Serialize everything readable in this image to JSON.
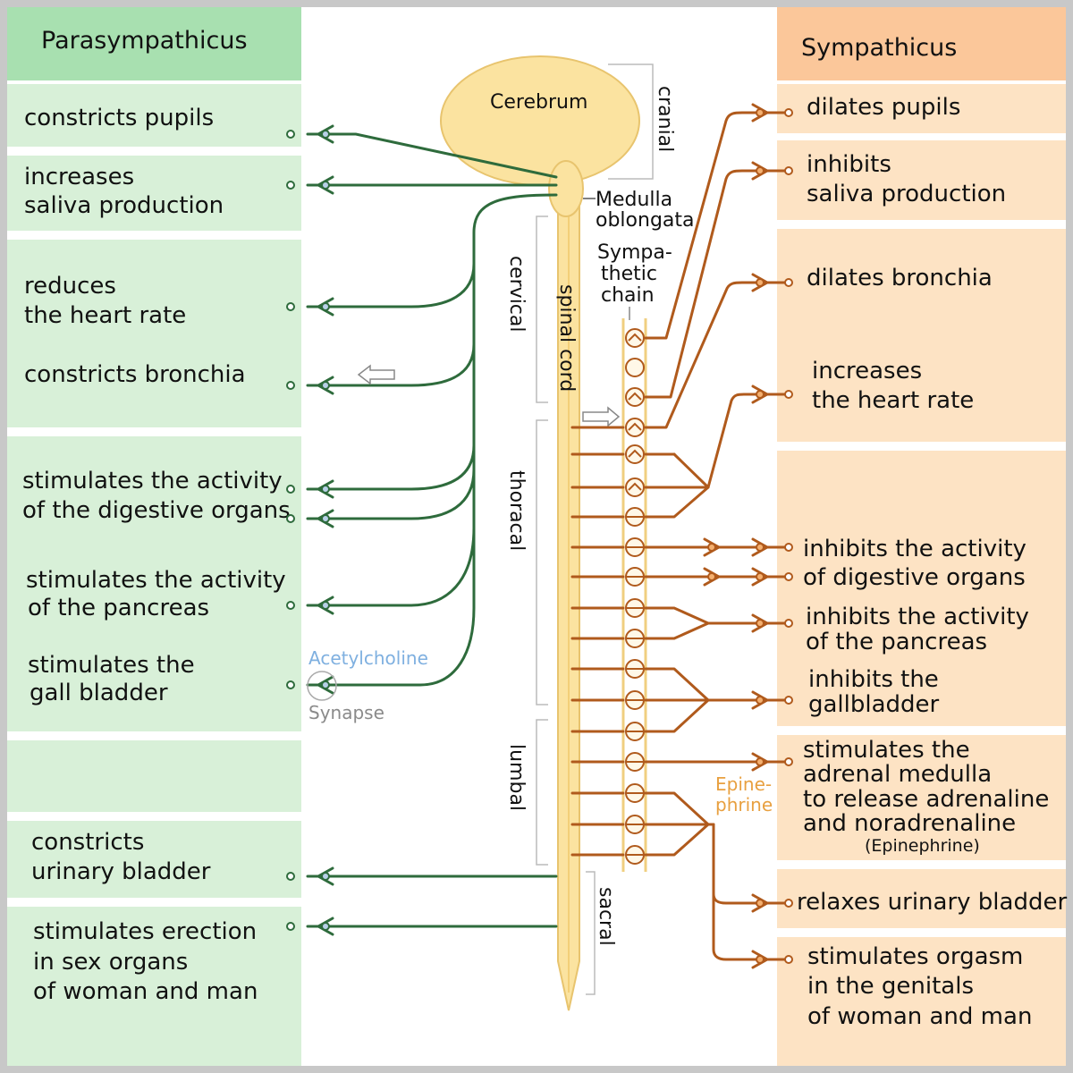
{
  "colors": {
    "para_panel": "#d8f0d8",
    "para_header": "#a8e0b0",
    "symp_panel": "#fde3c4",
    "symp_header": "#fbc79a",
    "para_line": "#2e6b3c",
    "symp_line": "#b05a1c",
    "brain": "#fbe3a0",
    "brain_stroke": "#e8c46e",
    "cord": "#fbe3a0",
    "cord_stroke": "#e8c46e",
    "acetyl_text": "#7fb0e0",
    "synapse_text": "#8a8a8a",
    "epi_text": "#e8a040"
  },
  "para": {
    "title": "Parasympathicus",
    "items": [
      {
        "key": "pupils",
        "lines": [
          "constricts pupils"
        ]
      },
      {
        "key": "saliva",
        "lines": [
          "increases",
          "saliva production"
        ]
      },
      {
        "key": "heart",
        "lines": [
          "reduces",
          "the heart rate"
        ]
      },
      {
        "key": "bronchia",
        "lines": [
          "constricts bronchia"
        ]
      },
      {
        "key": "digestive",
        "lines": [
          "stimulates the activity",
          "of the digestive organs"
        ]
      },
      {
        "key": "pancreas",
        "lines": [
          "stimulates the activity",
          "of the pancreas"
        ]
      },
      {
        "key": "gall",
        "lines": [
          "stimulates the",
          "gall bladder"
        ]
      },
      {
        "key": "urinary",
        "lines": [
          "constricts",
          "urinary bladder"
        ]
      },
      {
        "key": "erection",
        "lines": [
          "stimulates erection",
          "in sex organs",
          "of woman and man"
        ]
      }
    ]
  },
  "symp": {
    "title": "Sympathicus",
    "items": [
      {
        "key": "pupils",
        "lines": [
          "dilates pupils"
        ]
      },
      {
        "key": "saliva",
        "lines": [
          "inhibits",
          "saliva production"
        ]
      },
      {
        "key": "bronchia",
        "lines": [
          "dilates bronchia"
        ]
      },
      {
        "key": "heart",
        "lines": [
          "increases",
          "the heart rate"
        ]
      },
      {
        "key": "digestive",
        "lines": [
          "inhibits the activity",
          "of digestive organs"
        ]
      },
      {
        "key": "pancreas",
        "lines": [
          "inhibits the activity",
          "of the pancreas"
        ]
      },
      {
        "key": "gall",
        "lines": [
          "inhibits the",
          "gallbladder"
        ]
      },
      {
        "key": "adrenal",
        "lines": [
          "stimulates the",
          "adrenal medulla",
          "to release adrenaline",
          "and noradrenaline"
        ]
      },
      {
        "key": "adrenal_note",
        "lines": [
          "(Epinephrine)"
        ]
      },
      {
        "key": "urinary",
        "lines": [
          "relaxes urinary bladder"
        ]
      },
      {
        "key": "orgasm",
        "lines": [
          "stimulates orgasm",
          "in the genitals",
          "of woman and man"
        ]
      }
    ]
  },
  "center": {
    "cerebrum": "Cerebrum",
    "medulla": [
      "Medulla",
      "oblongata"
    ],
    "symp_chain": [
      "Sympa-",
      "thetic",
      "chain"
    ],
    "spinal_cord": "spinal cord",
    "regions": [
      "cranial",
      "cervical",
      "thoracal",
      "lumbal",
      "sacral"
    ],
    "acetylcholine": "Acetylcholine",
    "synapse": "Synapse",
    "epinephrine": [
      "Epine-",
      "phrine"
    ]
  }
}
